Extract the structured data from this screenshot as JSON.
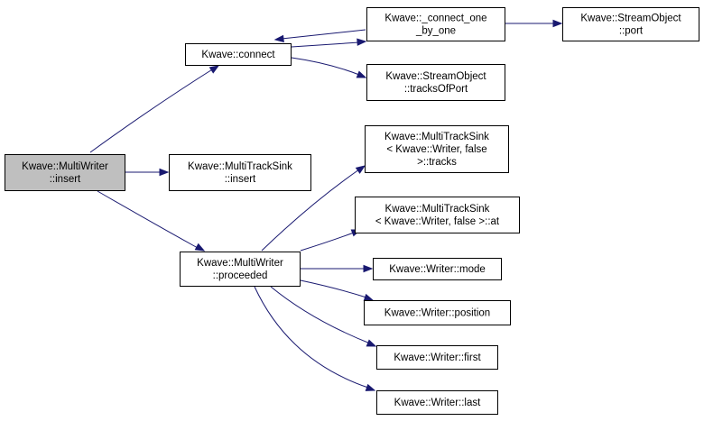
{
  "nodes": [
    {
      "id": "root",
      "lines": [
        "Kwave::MultiWriter",
        "::insert"
      ],
      "root": true
    },
    {
      "id": "connect",
      "lines": [
        "Kwave::connect"
      ]
    },
    {
      "id": "connect_one",
      "lines": [
        "Kwave::_connect_one",
        "_by_one"
      ]
    },
    {
      "id": "port",
      "lines": [
        "Kwave::StreamObject",
        "::port"
      ]
    },
    {
      "id": "tracksOfPort",
      "lines": [
        "Kwave::StreamObject",
        "::tracksOfPort"
      ]
    },
    {
      "id": "mts_insert",
      "lines": [
        "Kwave::MultiTrackSink",
        "::insert"
      ]
    },
    {
      "id": "proceeded",
      "lines": [
        "Kwave::MultiWriter",
        "::proceeded"
      ]
    },
    {
      "id": "tracks",
      "lines": [
        "Kwave::MultiTrackSink",
        "< Kwave::Writer, false",
        ">::tracks"
      ]
    },
    {
      "id": "at",
      "lines": [
        "Kwave::MultiTrackSink",
        "< Kwave::Writer, false >::at"
      ]
    },
    {
      "id": "mode",
      "lines": [
        "Kwave::Writer::mode"
      ]
    },
    {
      "id": "position",
      "lines": [
        "Kwave::Writer::position"
      ]
    },
    {
      "id": "first",
      "lines": [
        "Kwave::Writer::first"
      ]
    },
    {
      "id": "last",
      "lines": [
        "Kwave::Writer::last"
      ]
    }
  ],
  "edges": [
    {
      "from": "root",
      "to": "connect"
    },
    {
      "from": "root",
      "to": "mts_insert"
    },
    {
      "from": "root",
      "to": "proceeded"
    },
    {
      "from": "connect",
      "to": "connect_one"
    },
    {
      "from": "connect",
      "to": "tracksOfPort"
    },
    {
      "from": "connect_one",
      "to": "connect"
    },
    {
      "from": "connect_one",
      "to": "port"
    },
    {
      "from": "proceeded",
      "to": "tracks"
    },
    {
      "from": "proceeded",
      "to": "at"
    },
    {
      "from": "proceeded",
      "to": "mode"
    },
    {
      "from": "proceeded",
      "to": "position"
    },
    {
      "from": "proceeded",
      "to": "first"
    },
    {
      "from": "proceeded",
      "to": "last"
    }
  ],
  "colors": {
    "edge": "#191970",
    "root_fill": "#bfbfbf",
    "node_fill": "#ffffff",
    "border": "#000000"
  }
}
